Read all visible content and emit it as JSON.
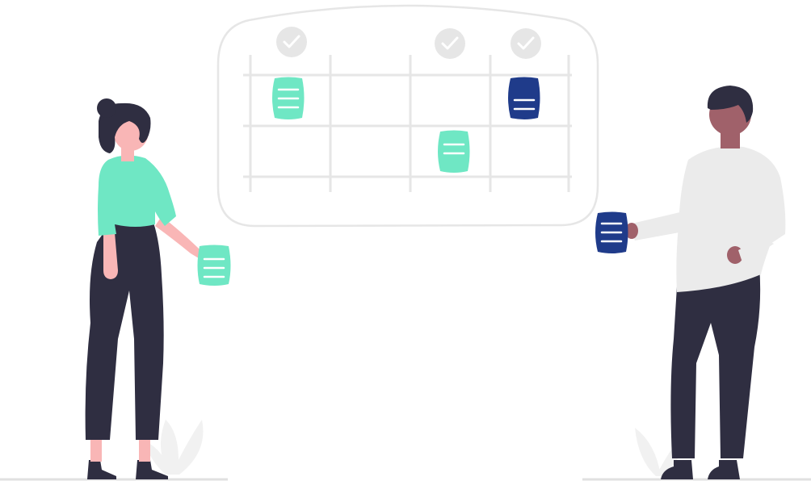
{
  "illustration": {
    "board": {
      "columns": 4,
      "rows": 2,
      "checked_columns": [
        1,
        3,
        4
      ]
    },
    "notes_on_board": [
      {
        "column": 1,
        "row": 1,
        "color": "#6fe7c4"
      },
      {
        "column": 4,
        "row": 1,
        "color": "#1f3b8a"
      },
      {
        "column": 3,
        "row": 2,
        "color": "#6fe7c4"
      }
    ],
    "notes_in_hand": [
      {
        "holder": "woman",
        "color": "#6fe7c4"
      },
      {
        "holder": "man",
        "color": "#1f3b8a"
      }
    ],
    "colors": {
      "accent_green": "#6fe7c4",
      "accent_blue": "#1f3b8a",
      "board_line": "#e6e6e6",
      "pants_dark": "#2f2e41",
      "shirt_light": "#ebebeb",
      "skin_light": "#f9b6b6",
      "skin_dark": "#a0616a"
    }
  }
}
